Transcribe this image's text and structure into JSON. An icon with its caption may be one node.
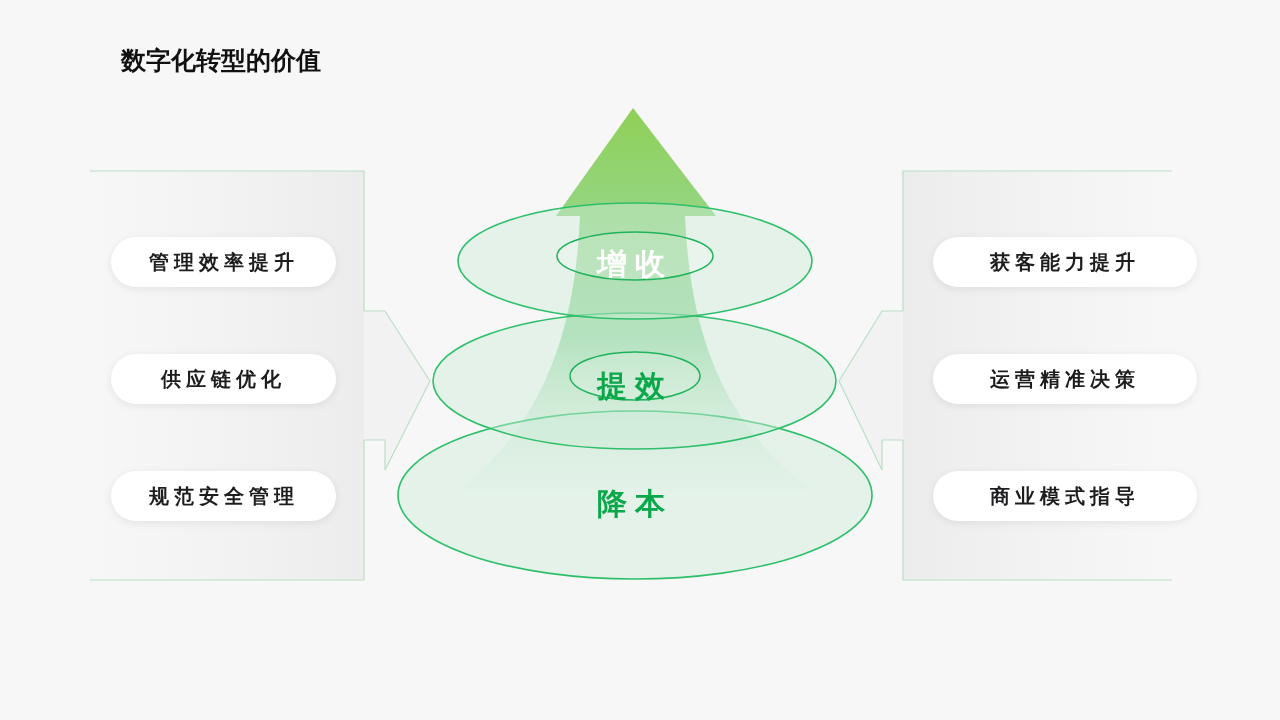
{
  "diagram": {
    "title": "数字化转型的价值",
    "nodes": [
      {
        "text": [],
        "shape": "box"
      },
      {
        "text": [
          "管理效率提升"
        ],
        "in": 0
      },
      {
        "text": [
          "供应链优化"
        ],
        "in": 0
      },
      {
        "text": [
          "规范安全管理"
        ],
        "in": 0
      },
      {
        "text": [
          "增收"
        ]
      },
      {
        "text": [
          "提效"
        ]
      },
      {
        "text": [
          "降本"
        ]
      },
      {
        "text": [],
        "shape": "box"
      },
      {
        "text": [
          "获客能力提升"
        ],
        "in": 7
      },
      {
        "text": [
          "运营精准决策"
        ],
        "in": 7
      },
      {
        "text": [
          "商业模式指导"
        ],
        "in": 7
      }
    ],
    "edges": [
      {
        "from": 0,
        "to": 5,
        "arrow": "to"
      },
      {
        "from": 7,
        "to": 5,
        "arrow": "to"
      }
    ]
  }
}
